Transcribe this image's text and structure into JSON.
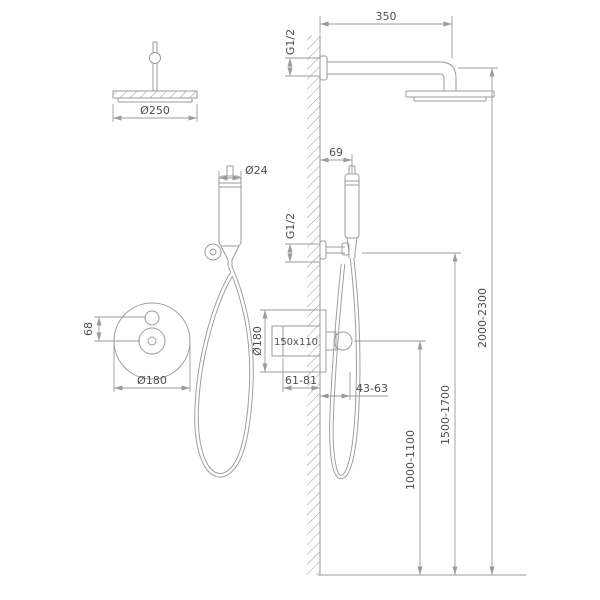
{
  "diagram": {
    "background": "#ffffff",
    "line_color": "#9b9b9b",
    "text_color": "#4d4d4d",
    "labels": {
      "arm_length": "350",
      "thread_top": "G1/2",
      "head_diameter": "Ø250",
      "hand_diameter": "Ø24",
      "holder_offset": "69",
      "thread_hand": "G1/2",
      "knob_spacing": "68",
      "trim_diameter": "Ø180",
      "trim_diameter_side": "Ø180",
      "valve_box_size": "150x110",
      "depth_in_wall": "61-81",
      "depth_trim": "43-63",
      "height_mixer": "1000-1100",
      "height_hand_shower": "1500-1700",
      "height_arm": "2000-2300"
    }
  }
}
